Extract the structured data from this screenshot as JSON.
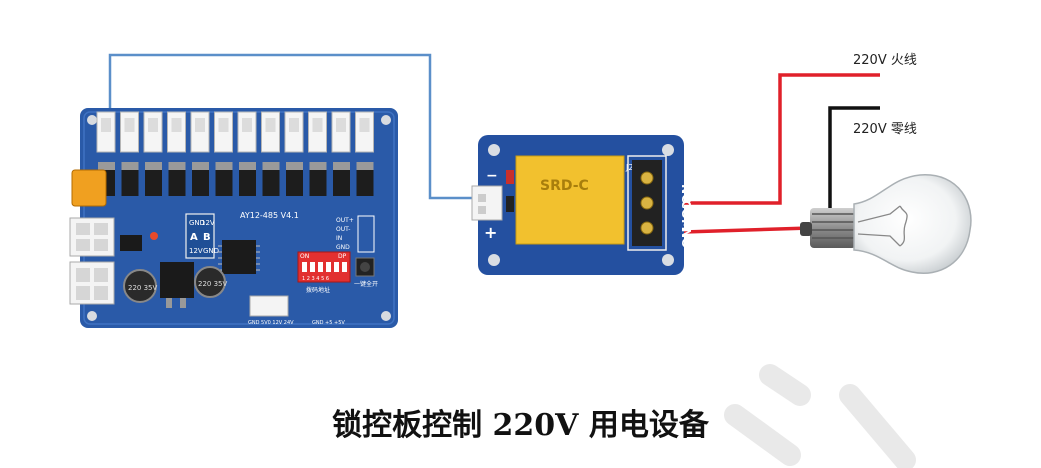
{
  "wires": {
    "live_label": "220V 火线",
    "neutral_label": "220V 零线"
  },
  "board": {
    "model": "AY12-485 V4.1",
    "rs485_pins": [
      "GND",
      "12V",
      "A",
      "B",
      "12V",
      "GND"
    ],
    "dip_labels": [
      "ON",
      "DP"
    ],
    "dip_bottom": "1 2 3 4 5 6",
    "dip_caption": "拨码地址",
    "key_caption": "一键全开",
    "out_pins": [
      "OUT+",
      "OUT-",
      "IN",
      "GND"
    ],
    "bottom_pins": "GND 5V0 12V 24V",
    "bottom_pins_right": "GND +5 +5V",
    "cap_left": "220 35V",
    "cap_right": "220 35V"
  },
  "relay": {
    "model": "SRD-C",
    "jumper": "J2",
    "terminals": [
      "NC",
      "COM",
      "NO"
    ],
    "plus": "+",
    "minus": "−"
  },
  "caption": "锁控板控制 220V 用电设备",
  "colors": {
    "board": "#2a5aa8",
    "relay_board": "#2450a0",
    "relay_body": "#f2c12e",
    "signal_wire": "#5b8fc9",
    "live_wire": "#e0202a",
    "neutral_wire": "#111111"
  }
}
